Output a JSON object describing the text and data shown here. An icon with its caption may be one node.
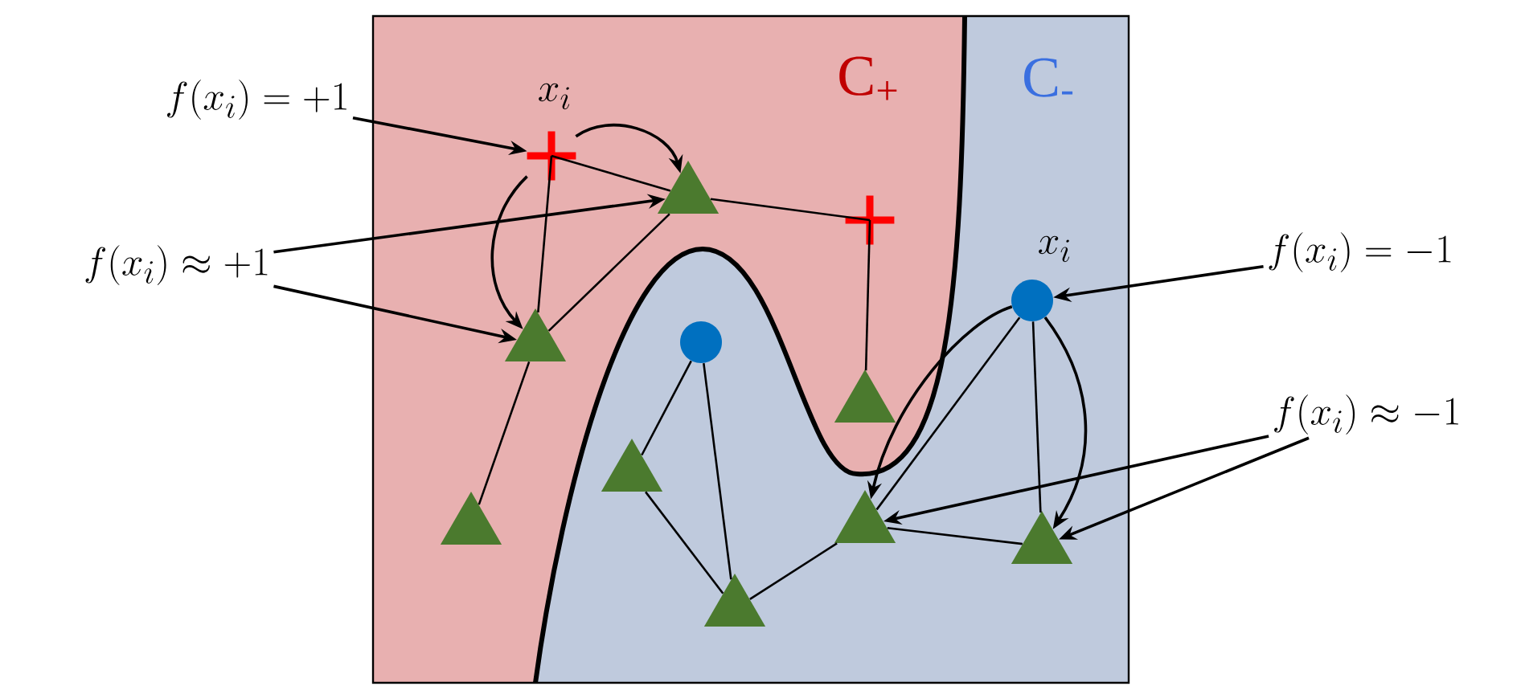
{
  "diagram": {
    "nodes": [
      {
        "text": [
          "f(x_i) = +1"
        ]
      },
      {
        "text": [],
        "shape": "cross",
        "beside": [
          "x_i"
        ]
      },
      {
        "text": [],
        "shape": "triangle"
      },
      {
        "text": [],
        "shape": "cross"
      },
      {
        "text": [
          "f(x_i) \\approx +1"
        ]
      },
      {
        "text": [
          "f(x_i) = -1"
        ]
      },
      {
        "text": [],
        "shape": "circle",
        "beside": [
          "x_i"
        ]
      },
      {
        "text": [],
        "shape": "triangle"
      },
      {
        "text": [],
        "shape": "circle"
      },
      {
        "text": [],
        "shape": "triangle"
      },
      {
        "text": [
          "f(x_i) \\approx -1"
        ]
      },
      {
        "text": [],
        "shape": "triangle"
      },
      {
        "text": [],
        "shape": "triangle"
      },
      {
        "text": [],
        "shape": "triangle"
      },
      {
        "text": [],
        "shape": "triangle"
      },
      {
        "text": [],
        "shape": "triangle"
      }
    ],
    "edges": [
      {
        "from": 0,
        "to": 1,
        "arrow": "to"
      },
      {
        "from": 1,
        "to": 2,
        "arrow": "to"
      },
      {
        "from": 1,
        "to": 7,
        "arrow": "to"
      },
      {
        "from": 4,
        "to": 2,
        "arrow": "to"
      },
      {
        "from": 4,
        "to": 7,
        "arrow": "to"
      },
      {
        "from": 5,
        "to": 6,
        "arrow": "to"
      },
      {
        "from": 6,
        "to": 13,
        "arrow": "to"
      },
      {
        "from": 6,
        "to": 14,
        "arrow": "to"
      },
      {
        "from": 10,
        "to": 13,
        "arrow": "to"
      },
      {
        "from": 10,
        "to": 14,
        "arrow": "to"
      },
      {
        "from": 1,
        "to": 2,
        "arrow": "none"
      },
      {
        "from": 2,
        "to": 3,
        "arrow": "none"
      },
      {
        "from": 1,
        "to": 7,
        "arrow": "none"
      },
      {
        "from": 7,
        "to": 2,
        "arrow": "none"
      },
      {
        "from": 7,
        "to": 12,
        "arrow": "none"
      },
      {
        "from": 3,
        "to": 9,
        "arrow": "none"
      },
      {
        "from": 8,
        "to": 11,
        "arrow": "none"
      },
      {
        "from": 8,
        "to": 15,
        "arrow": "none"
      },
      {
        "from": 11,
        "to": 15,
        "arrow": "none"
      },
      {
        "from": 15,
        "to": 13,
        "arrow": "none"
      },
      {
        "from": 6,
        "to": 13,
        "arrow": "none"
      },
      {
        "from": 6,
        "to": 14,
        "arrow": "none"
      },
      {
        "from": 13,
        "to": 14,
        "arrow": "none"
      }
    ],
    "labels": [
      "C$_{+}$",
      "C$_{-}$"
    ]
  }
}
